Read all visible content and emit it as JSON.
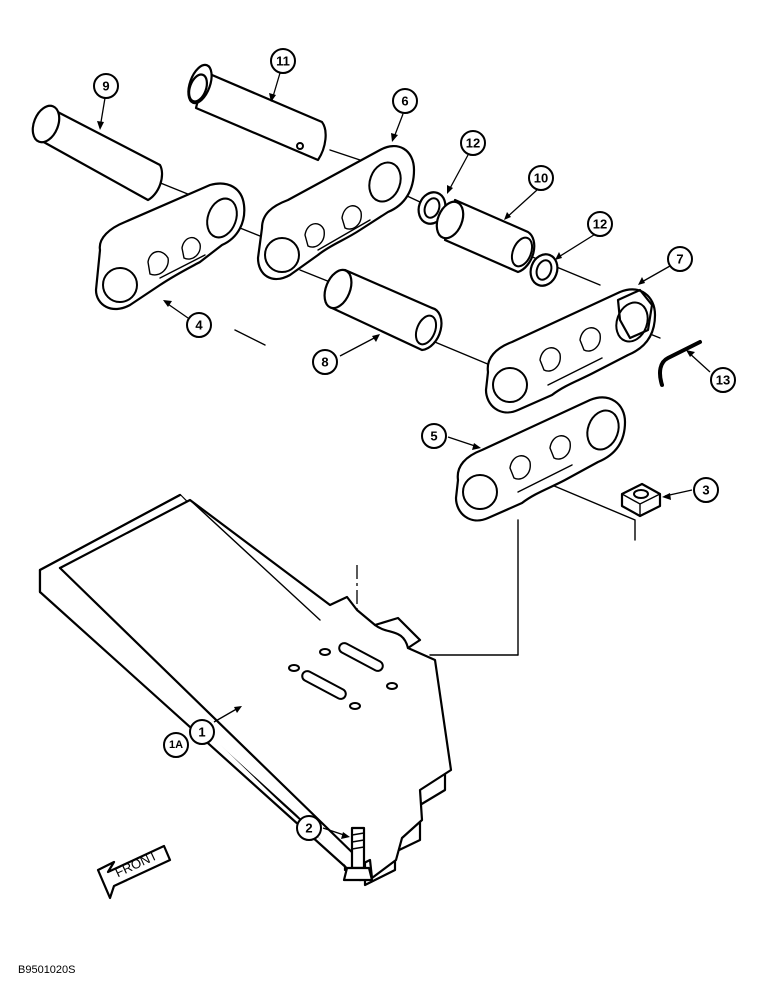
{
  "figure_code": "B9501020S",
  "direction_label": "FRONT",
  "callouts": {
    "c1": "1",
    "c1a": "1A",
    "c2": "2",
    "c3": "3",
    "c4": "4",
    "c5": "5",
    "c6": "6",
    "c7": "7",
    "c8": "8",
    "c9": "9",
    "c10": "10",
    "c11": "11",
    "c12a": "12",
    "c12b": "12",
    "c13": "13"
  }
}
